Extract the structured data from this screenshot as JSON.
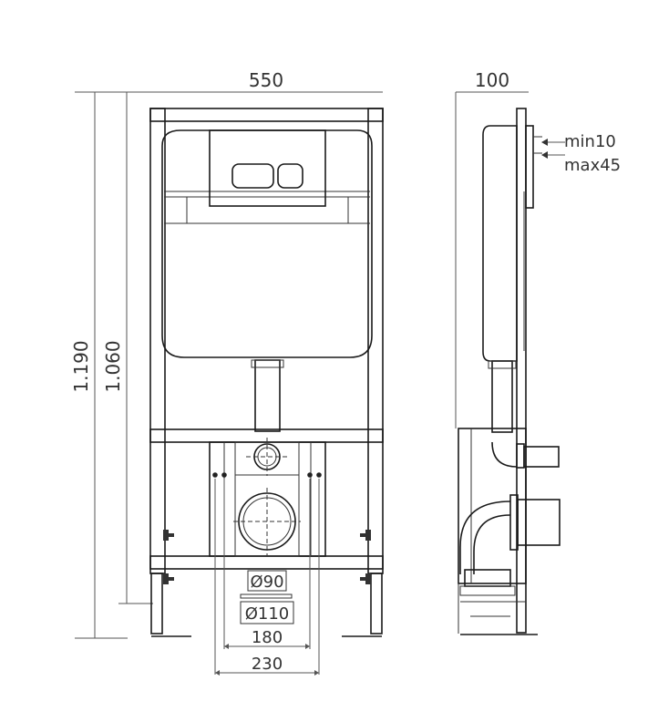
{
  "dimensions": {
    "width": "550",
    "depth": "100",
    "height_total": "1.190",
    "height_frame": "1.060",
    "plate_min": "min10",
    "plate_max": "max45",
    "pipe_small": "Ø90",
    "pipe_large": "Ø110",
    "bolt_inner": "180",
    "bolt_outer": "230"
  },
  "colors": {
    "line": "#1a1a1a",
    "dimension": "#555555"
  }
}
